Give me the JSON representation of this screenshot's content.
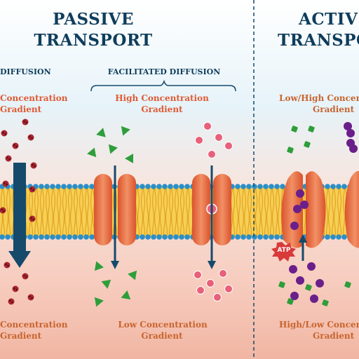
{
  "passive": {
    "title_line1": "PASSIVE",
    "title_line2": "TRANSPORT",
    "simple_label": "DIFFUSION",
    "facilitated_label": "FACILITATED DIFFUSION",
    "simple_top_line1": "Concentration",
    "simple_top_line2": "Gradient",
    "facil_top_line1": "High Concentration",
    "facil_top_line2": "Gradient",
    "simple_bottom_line1": "Concentration",
    "simple_bottom_line2": "Gradient",
    "facil_bottom_line1": "Low Concentration",
    "facil_bottom_line2": "Gradient"
  },
  "active": {
    "title_line1": "ACTIV",
    "title_line2": "TRANSPO",
    "top_line1": "Low/High Concent",
    "top_line2": "Gradient",
    "bottom_line1": "High/Low Concent",
    "bottom_line2": "Gradient",
    "atp_label": "ATP"
  },
  "colors": {
    "heading": "#0f3d5c",
    "gradient_text": "#e05a34",
    "membrane_head": "#2a8fc8",
    "membrane_tail": "#f2bf3a",
    "protein": "#e8764a",
    "arrow": "#154a6b",
    "green_particle": "#2e9e3a",
    "pink_particle": "#e8607a",
    "purple_particle": "#6a1f8a",
    "atp": "#d93a3a",
    "top_bg": "#dceff7",
    "bottom_bg": "#f7cfc2"
  }
}
